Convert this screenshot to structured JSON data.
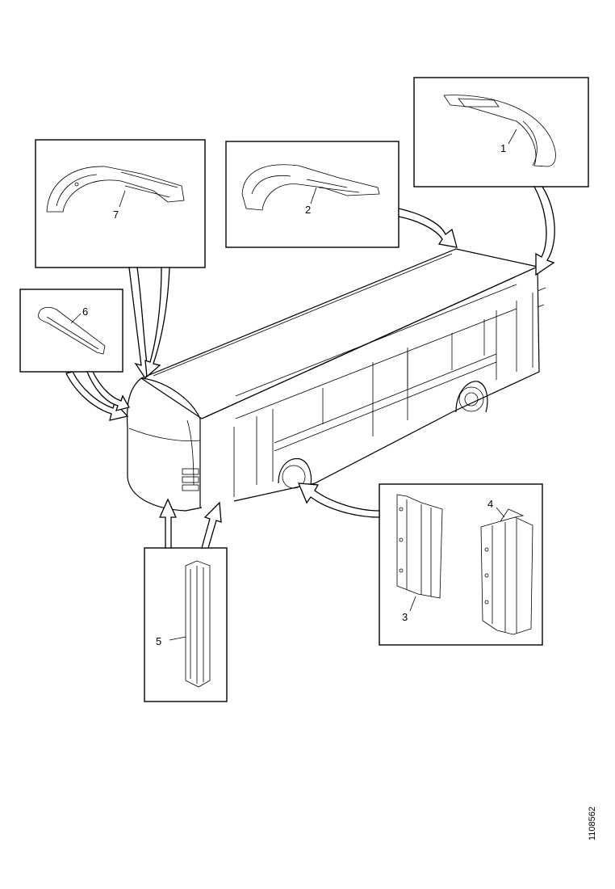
{
  "diagram": {
    "parts": [
      {
        "number": "1"
      },
      {
        "number": "2"
      },
      {
        "number": "3"
      },
      {
        "number": "4"
      },
      {
        "number": "5"
      },
      {
        "number": "6"
      },
      {
        "number": "7"
      }
    ],
    "reference_code": "1108562"
  }
}
